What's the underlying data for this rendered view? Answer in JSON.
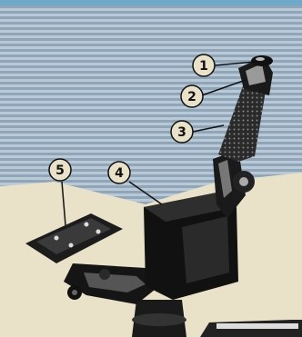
{
  "colors": {
    "sky_stripe_light": "#b9c9d6",
    "sky_stripe_dark": "#8fa6b8",
    "paper": "#e9e2c8",
    "ink": "#111111",
    "sky_band_top": "#6fa9c9"
  },
  "callouts": [
    {
      "number": "1",
      "target": "trigger-cap"
    },
    {
      "number": "2",
      "target": "grip-top"
    },
    {
      "number": "3",
      "target": "grip-handle"
    },
    {
      "number": "4",
      "target": "control-box"
    },
    {
      "number": "5",
      "target": "foot-pedal"
    }
  ],
  "icons": [
    "joystick-grip-illustration",
    "control-box-illustration",
    "foot-pedal-illustration"
  ]
}
